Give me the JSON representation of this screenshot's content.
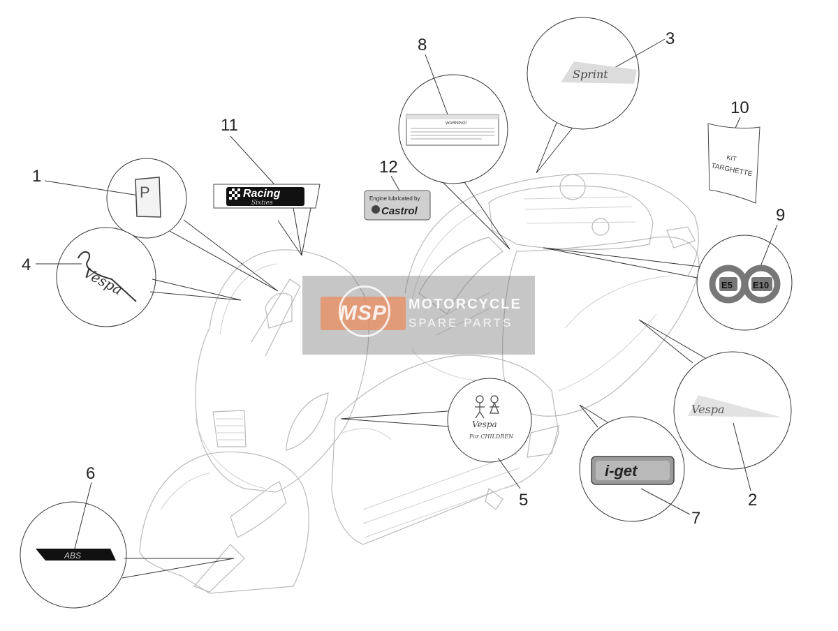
{
  "callouts": [
    {
      "id": "1",
      "label": "1"
    },
    {
      "id": "2",
      "label": "2"
    },
    {
      "id": "3",
      "label": "3"
    },
    {
      "id": "4",
      "label": "4"
    },
    {
      "id": "5",
      "label": "5"
    },
    {
      "id": "6",
      "label": "6"
    },
    {
      "id": "7",
      "label": "7"
    },
    {
      "id": "8",
      "label": "8"
    },
    {
      "id": "9",
      "label": "9"
    },
    {
      "id": "10",
      "label": "10"
    },
    {
      "id": "11",
      "label": "11"
    },
    {
      "id": "12",
      "label": "12"
    }
  ],
  "decals": {
    "sprint": "Sprint",
    "racing_line1": "Racing",
    "racing_line2": "Sixties",
    "castrol_line1": "Engine lubricated by",
    "castrol_line2": "Castrol",
    "warning_title": "WARNING!",
    "kit_line1": "KIT",
    "kit_line2": "TARGHETTE",
    "e5": "E5",
    "e10": "E10",
    "abs": "ABS",
    "iget": "i-get",
    "children_brand": "Vespa",
    "children_text": "For CHILDREN",
    "piaggio_letter": "P",
    "vespa_script": "Vespa"
  },
  "watermark": {
    "logo": "MSP",
    "title": "MOTORCYCLE",
    "subtitle": "SPARE PARTS"
  }
}
